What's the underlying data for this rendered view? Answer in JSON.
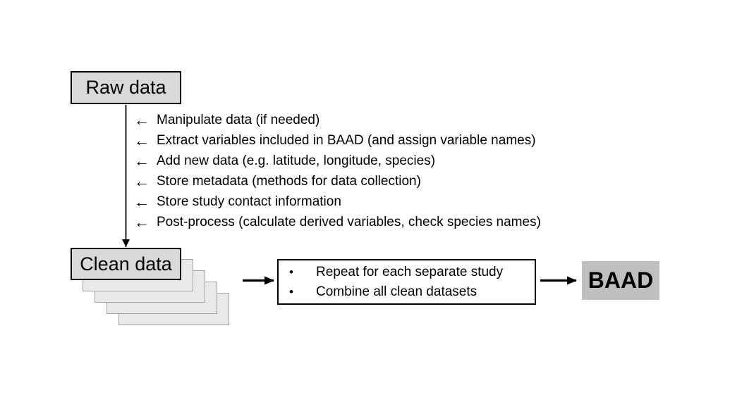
{
  "diagram": {
    "raw_data_box": {
      "label": "Raw data"
    },
    "clean_data_box": {
      "label": "Clean data"
    },
    "baad_box": {
      "label": "BAAD"
    },
    "process_steps": [
      "Manipulate data (if needed)",
      "Extract variables included in BAAD (and assign variable names)",
      "Add new data (e.g. latitude, longitude, species)",
      "Store metadata (methods for data collection)",
      "Store study contact information",
      "Post-process (calculate derived variables, check species names)"
    ],
    "middle_box": {
      "bullets": [
        "Repeat for each separate study",
        "Combine all clean datasets"
      ]
    },
    "icons": {
      "left_arrow": "←",
      "bullet": "•"
    },
    "colors": {
      "box_fill": "#d9d9d9",
      "stack_page_fill": "#e9e9e9",
      "stack_page_border": "#a3a3a3",
      "baad_fill": "#bfbfbf",
      "line": "#000000",
      "background": "#ffffff"
    }
  }
}
